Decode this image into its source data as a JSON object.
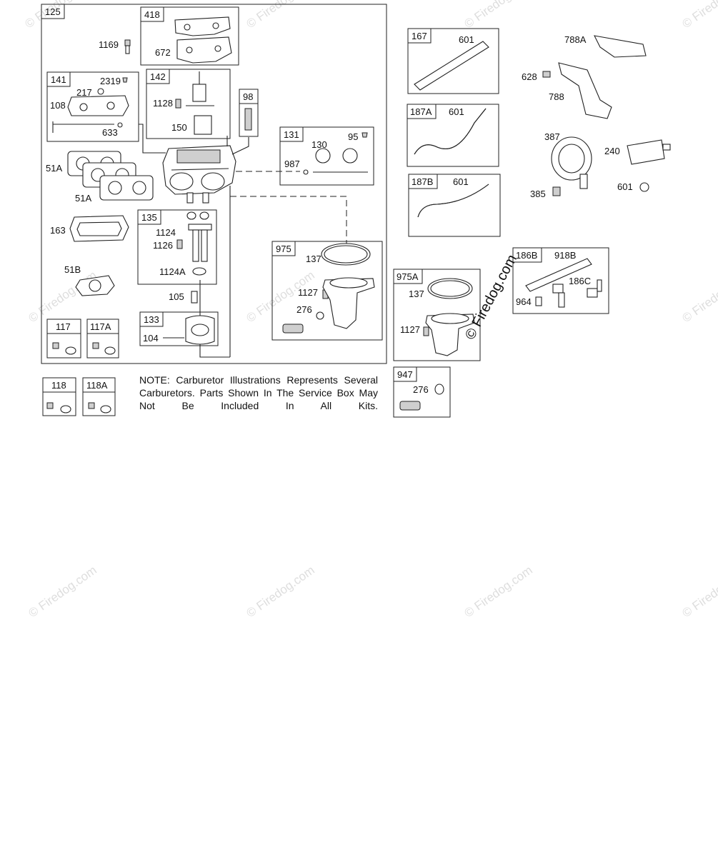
{
  "labels": {
    "b125": "125",
    "p1169": "1169",
    "b418": "418",
    "p672": "672",
    "b141": "141",
    "p2319": "2319",
    "p217": "217",
    "p108": "108",
    "p633": "633",
    "b142": "142",
    "p1128": "1128",
    "p150": "150",
    "b98": "98",
    "b131": "131",
    "p130": "130",
    "p95": "95",
    "p987": "987",
    "p51a_1": "51A",
    "p51a_2": "51A",
    "p163": "163",
    "b135": "135",
    "p1124": "1124",
    "p1126": "1126",
    "p1124a": "1124A",
    "p51b": "51B",
    "p105": "105",
    "b133": "133",
    "p104": "104",
    "b117": "117",
    "b117a": "117A",
    "b975": "975",
    "p137_1": "137",
    "p1127_1": "1127",
    "p276_1": "276",
    "b118": "118",
    "b118a": "118A",
    "b167": "167",
    "p601_167": "601",
    "b187a": "187A",
    "p601_187a": "601",
    "b187b": "187B",
    "p601_187b": "601",
    "p788a": "788A",
    "p628": "628",
    "p788": "788",
    "p387": "387",
    "p240": "240",
    "p385": "385",
    "p601_clamp": "601",
    "b186b": "186B",
    "p918b": "918B",
    "p186c": "186C",
    "p964": "964",
    "b975a": "975A",
    "p137_2": "137",
    "p1127_2": "1127",
    "b947": "947",
    "p276_2": "276"
  },
  "note": "NOTE: Carburetor Illustrations Represents Several Carburetors. Parts Shown In The Service Box May Not Be Included In All Kits.",
  "watermark": "© Firedog.com",
  "watermark_main": "© Firedog.com"
}
